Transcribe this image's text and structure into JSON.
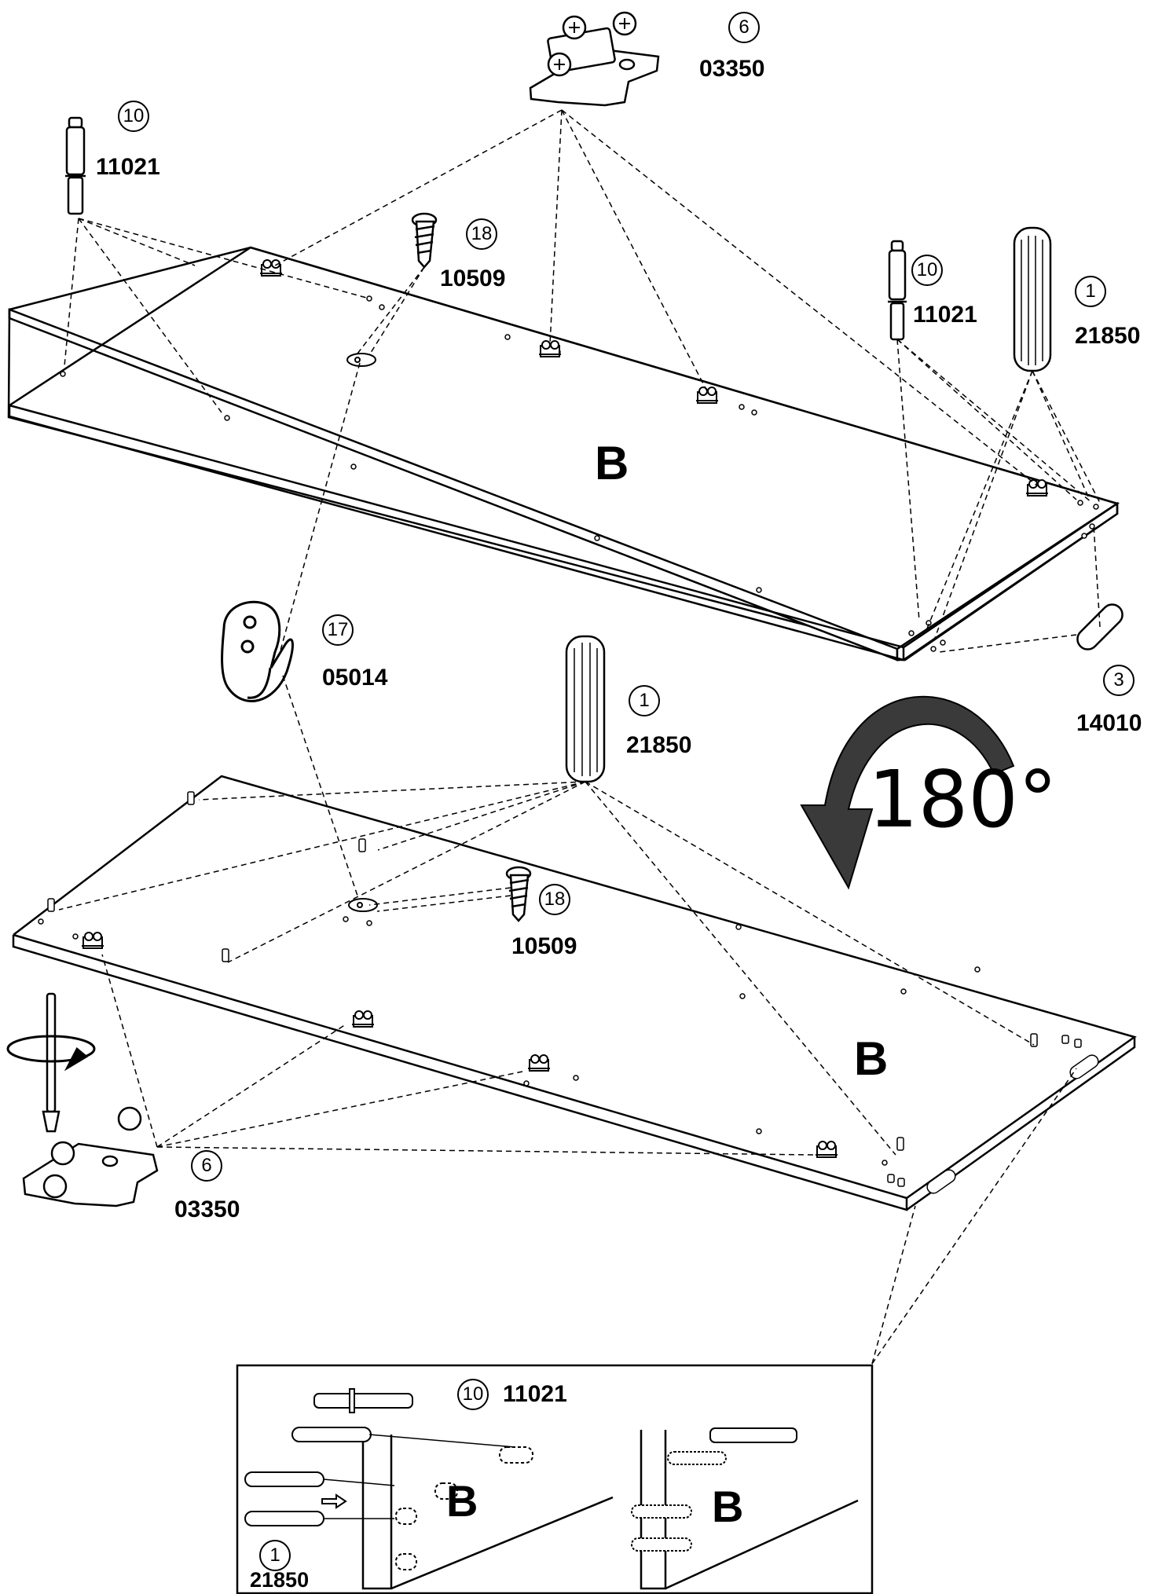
{
  "top_panel": {
    "letter": "B"
  },
  "bottom_panel": {
    "letter": "B"
  },
  "rotation": {
    "label": "180°"
  },
  "callouts": [
    {
      "id": "c1",
      "qty": "6",
      "code": "03350"
    },
    {
      "id": "c2",
      "qty": "10",
      "code": "11021"
    },
    {
      "id": "c3",
      "qty": "18",
      "code": "10509"
    },
    {
      "id": "c4",
      "qty": "10",
      "code": "11021"
    },
    {
      "id": "c5",
      "qty": "1",
      "code": "21850"
    },
    {
      "id": "c6",
      "qty": "3",
      "code": "14010"
    },
    {
      "id": "c7",
      "qty": "17",
      "code": "05014"
    },
    {
      "id": "c8",
      "qty": "1",
      "code": "21850"
    },
    {
      "id": "c9",
      "qty": "18",
      "code": "10509"
    },
    {
      "id": "c10",
      "qty": "6",
      "code": "03350"
    }
  ],
  "detail": {
    "callout_top": {
      "qty": "10",
      "code": "11021"
    },
    "callout_bottom": {
      "qty": "1",
      "code": "21850"
    },
    "left_letter": "B",
    "right_letter": "B"
  },
  "icons": [
    "hinge-icon",
    "cam-bolt-icon",
    "screw-icon",
    "wooden-dowel-icon",
    "hook-icon",
    "rotate-arrow-icon",
    "screwdriver-icon",
    "plastic-cap-icon"
  ]
}
